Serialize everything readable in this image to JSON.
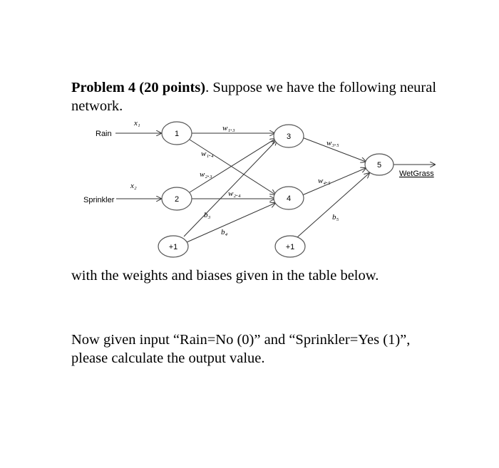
{
  "problem": {
    "heading": "Problem 4 (20 points)",
    "intro": ". Suppose we have the following neural network."
  },
  "diagram": {
    "inputs": [
      {
        "label": "Rain",
        "var": "x₁"
      },
      {
        "label": "Sprinkler",
        "var": "x₂"
      }
    ],
    "nodes": [
      "1",
      "2",
      "+1",
      "3",
      "4",
      "+1",
      "5"
    ],
    "weights": {
      "w13": "w₁.₃",
      "w14": "w₁.₄",
      "w23": "w₂.₃",
      "w24": "w₂.₄",
      "w35": "w₃.₅",
      "w45": "w₄.₅",
      "b3": "b₃",
      "b4": "b₄",
      "b5": "b₅"
    },
    "output_label": "WetGrass"
  },
  "text": {
    "line_after": "with the weights and biases given in the table below.",
    "question": "Now given input “Rain=No (0)” and “Sprinkler=Yes (1)”, please calculate the output value."
  }
}
